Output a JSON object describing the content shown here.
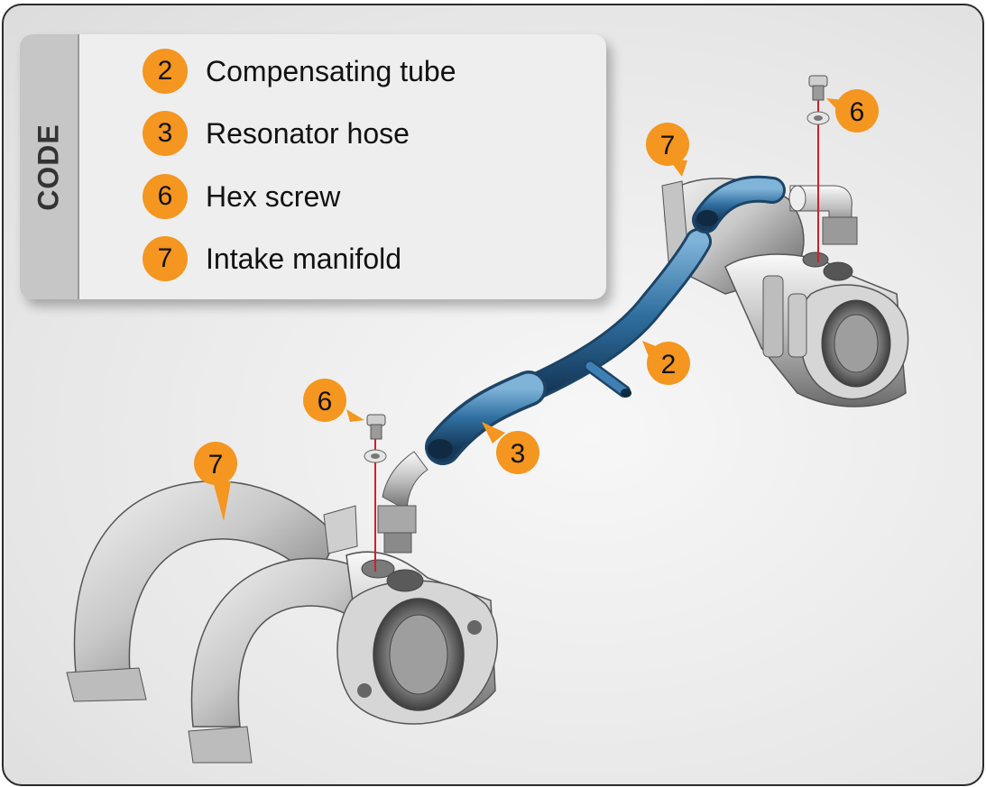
{
  "legend": {
    "title": "CODE",
    "items": [
      {
        "number": "2",
        "label": "Compensating tube"
      },
      {
        "number": "3",
        "label": "Resonator hose"
      },
      {
        "number": "6",
        "label": "Hex screw"
      },
      {
        "number": "7",
        "label": "Intake manifold"
      }
    ]
  },
  "callouts": {
    "hex_screw_right": "6",
    "manifold_right": "7",
    "compensating_tube": "2",
    "hex_screw_left": "6",
    "resonator_hose": "3",
    "manifold_left": "7"
  },
  "colors": {
    "callout": "#f4961f",
    "hose": "#2f6fa0",
    "metal": "#b8b8b8",
    "guide_line": "#d21f2a"
  }
}
